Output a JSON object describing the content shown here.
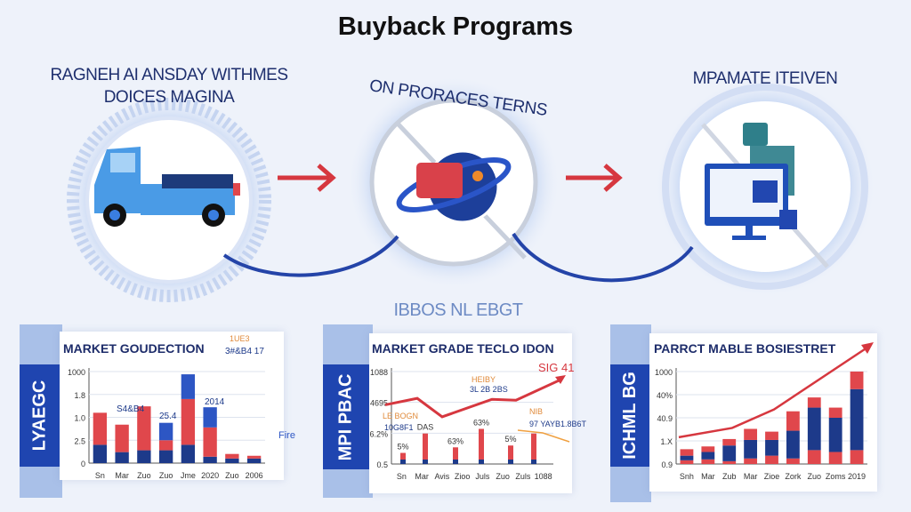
{
  "title": "Buyback Programs",
  "steps": [
    {
      "caption_line1": "RAGNEH AI ANSDAY WITHMES",
      "caption_line2": "DOICES MAGINA",
      "icon": "truck-icon"
    },
    {
      "caption": "ON PRORACES TERNS",
      "icon": "wallet-orbit-icon"
    },
    {
      "caption": "MPAMATE ITEIVEN",
      "icon": "computer-monitor-icon"
    }
  ],
  "middle_caption": "IBBOS NL EBGT",
  "colors": {
    "navy": "#1d3a8a",
    "red": "#e0474c",
    "blue": "#2d56c4",
    "arrow": "#d6373f"
  },
  "chart_data": [
    {
      "type": "bar",
      "stacked": true,
      "title": "MARKET GOUDECTION",
      "side_label": "LYAEGC",
      "yticks": [
        "0",
        "2.5",
        "1.0",
        "1.8",
        "1000"
      ],
      "ylim": [
        0,
        100
      ],
      "categories": [
        "Sn",
        "Mar",
        "Zuo",
        "Zuo",
        "Jme",
        "2020",
        "Zuo",
        "2006"
      ],
      "series": [
        {
          "name": "base",
          "color": "#1d3a8a",
          "values": [
            20,
            12,
            14,
            14,
            20,
            7,
            5,
            5
          ]
        },
        {
          "name": "middle",
          "color": "#e0474c",
          "values": [
            35,
            30,
            48,
            11,
            50,
            32,
            5,
            3
          ]
        },
        {
          "name": "top",
          "color": "#2d56c4",
          "values": [
            0,
            0,
            0,
            19,
            27,
            22,
            0,
            0
          ]
        }
      ],
      "annotations": [
        "S4&B4",
        "25.4",
        "2014",
        "Fire",
        "3#&B4 17",
        "1UE3"
      ]
    },
    {
      "type": "line",
      "title": "MARKET GRADE TECLO IDON",
      "side_label": "MPI PBAC",
      "yticks": [
        "0.5",
        "6.2%",
        "4695",
        "1088"
      ],
      "ylim": [
        0,
        100
      ],
      "categories": [
        "Sn",
        "Mar",
        "Avis",
        "Zioo",
        "Juls",
        "Zuo",
        "Zuls",
        "1088"
      ],
      "line": [
        64,
        71,
        51,
        70,
        69,
        92
      ],
      "bars": [
        12,
        33,
        18,
        38,
        20,
        33
      ],
      "bar_labels": [
        "5%",
        "DAS",
        "63%",
        "63%",
        "5%",
        ""
      ],
      "annotations": [
        "SIG 41",
        "HEIBY",
        "3L 2B 2BS",
        "LE BOGN",
        "10G8F1",
        "NIB",
        "97 YAYB1.8B6T"
      ]
    },
    {
      "type": "bar",
      "stacked": true,
      "title": "PARRCT MABLE BOSIESTRET",
      "side_label": "ICHML BG",
      "yticks": [
        "0.9",
        "1.X",
        "40.9",
        "40%",
        "1000"
      ],
      "ylim": [
        0,
        100
      ],
      "categories": [
        "Snh",
        "Mar",
        "Zub",
        "Mar",
        "Zioe",
        "Zork",
        "Zuo",
        "Zoms",
        "2019"
      ],
      "series": [
        {
          "name": "base",
          "color": "#e0474c",
          "values": [
            4,
            5,
            3,
            6,
            9,
            6,
            15,
            13,
            15
          ]
        },
        {
          "name": "middle",
          "color": "#1d3a8a",
          "values": [
            5,
            8,
            17,
            20,
            17,
            30,
            46,
            37,
            66
          ]
        },
        {
          "name": "top",
          "color": "#e0474c",
          "values": [
            7,
            6,
            7,
            12,
            9,
            21,
            11,
            11,
            19
          ]
        }
      ],
      "trend": [
        29,
        39,
        59,
        128
      ]
    }
  ]
}
